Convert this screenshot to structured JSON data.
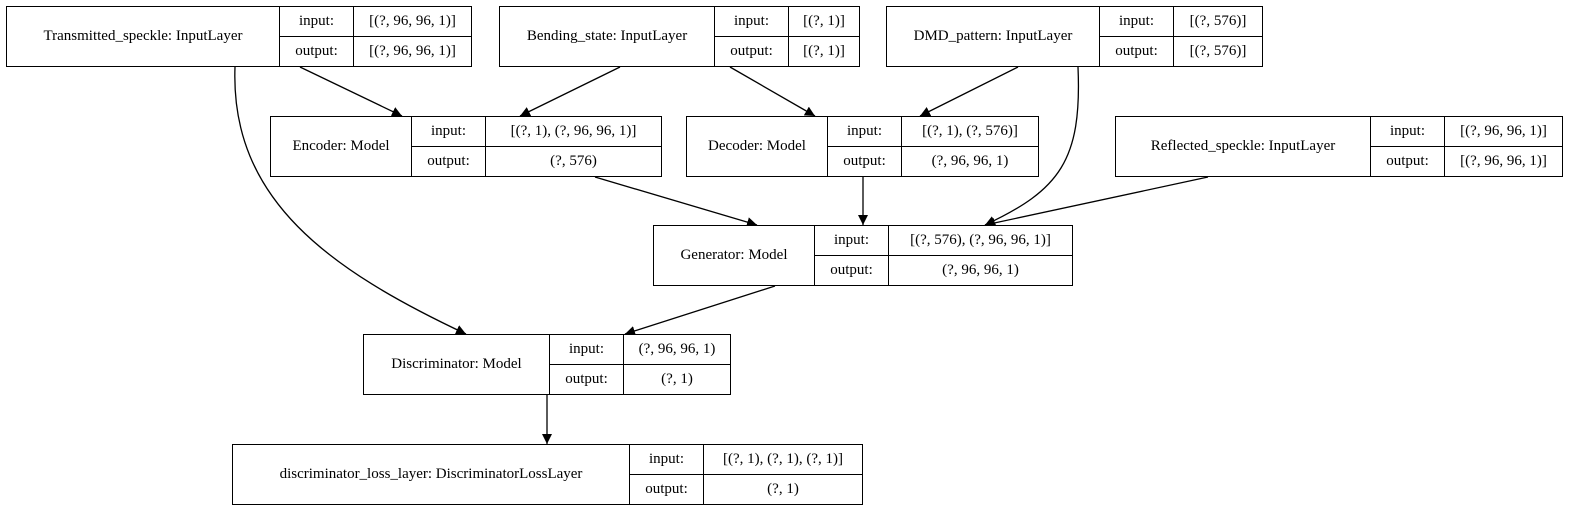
{
  "port_labels": {
    "input": "input:",
    "output": "output:"
  },
  "nodes": {
    "transmitted": {
      "name": "Transmitted_speckle: InputLayer",
      "input": "[(?, 96, 96, 1)]",
      "output": "[(?, 96, 96, 1)]"
    },
    "bending": {
      "name": "Bending_state: InputLayer",
      "input": "[(?, 1)]",
      "output": "[(?, 1)]"
    },
    "dmd": {
      "name": "DMD_pattern: InputLayer",
      "input": "[(?, 576)]",
      "output": "[(?, 576)]"
    },
    "encoder": {
      "name": "Encoder: Model",
      "input": "[(?, 1), (?, 96, 96, 1)]",
      "output": "(?, 576)"
    },
    "decoder": {
      "name": "Decoder: Model",
      "input": "[(?, 1), (?, 576)]",
      "output": "(?, 96, 96, 1)"
    },
    "reflected": {
      "name": "Reflected_speckle: InputLayer",
      "input": "[(?, 96, 96, 1)]",
      "output": "[(?, 96, 96, 1)]"
    },
    "generator": {
      "name": "Generator: Model",
      "input": "[(?, 576), (?, 96, 96, 1)]",
      "output": "(?, 96, 96, 1)"
    },
    "discriminator": {
      "name": "Discriminator: Model",
      "input": "(?, 96, 96, 1)",
      "output": "(?, 1)"
    },
    "loss": {
      "name": "discriminator_loss_layer: DiscriminatorLossLayer",
      "input": "[(?, 1), (?, 1), (?, 1)]",
      "output": "(?, 1)"
    }
  },
  "edges": [
    {
      "from": "transmitted",
      "to": "encoder"
    },
    {
      "from": "transmitted",
      "to": "discriminator"
    },
    {
      "from": "bending",
      "to": "encoder"
    },
    {
      "from": "bending",
      "to": "decoder"
    },
    {
      "from": "dmd",
      "to": "decoder"
    },
    {
      "from": "dmd",
      "to": "generator"
    },
    {
      "from": "encoder",
      "to": "generator"
    },
    {
      "from": "decoder",
      "to": "generator"
    },
    {
      "from": "reflected",
      "to": "generator"
    },
    {
      "from": "generator",
      "to": "discriminator"
    },
    {
      "from": "discriminator",
      "to": "loss"
    }
  ]
}
